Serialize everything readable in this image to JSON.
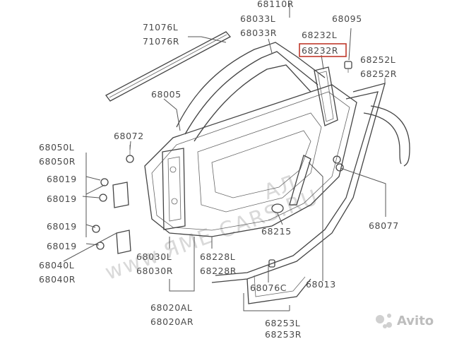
{
  "labels": {
    "l68110r": "68110R",
    "l71076l": "71076L",
    "l71076r": "71076R",
    "l68033l": "68033L",
    "l68033r": "68033R",
    "l68095": "68095",
    "l68232l": "68232L",
    "l68232r": "68232R",
    "l68252l": "68252L",
    "l68252r": "68252R",
    "l68005": "68005",
    "l68072": "68072",
    "l68050l": "68050L",
    "l68050r": "68050R",
    "l68019a": "68019",
    "l68019b": "68019",
    "l68019c": "68019",
    "l68019d": "68019",
    "l68040l": "68040L",
    "l68040r": "68040R",
    "l68030l": "68030L",
    "l68030r": "68030R",
    "l68228l": "68228L",
    "l68228r": "68228R",
    "l68215": "68215",
    "l68077": "68077",
    "l68013": "68013",
    "l68076c": "68076C",
    "l68020al": "68020AL",
    "l68020ar": "68020AR",
    "l68253l": "68253L",
    "l68253r": "68253R"
  },
  "watermark": "www.ЯМЕ СARS.RU",
  "watermark2": "АЛ",
  "avito": "Avito",
  "colors": {
    "highlight": "#c0392b",
    "line": "#444444",
    "text": "#4a4a4a"
  }
}
